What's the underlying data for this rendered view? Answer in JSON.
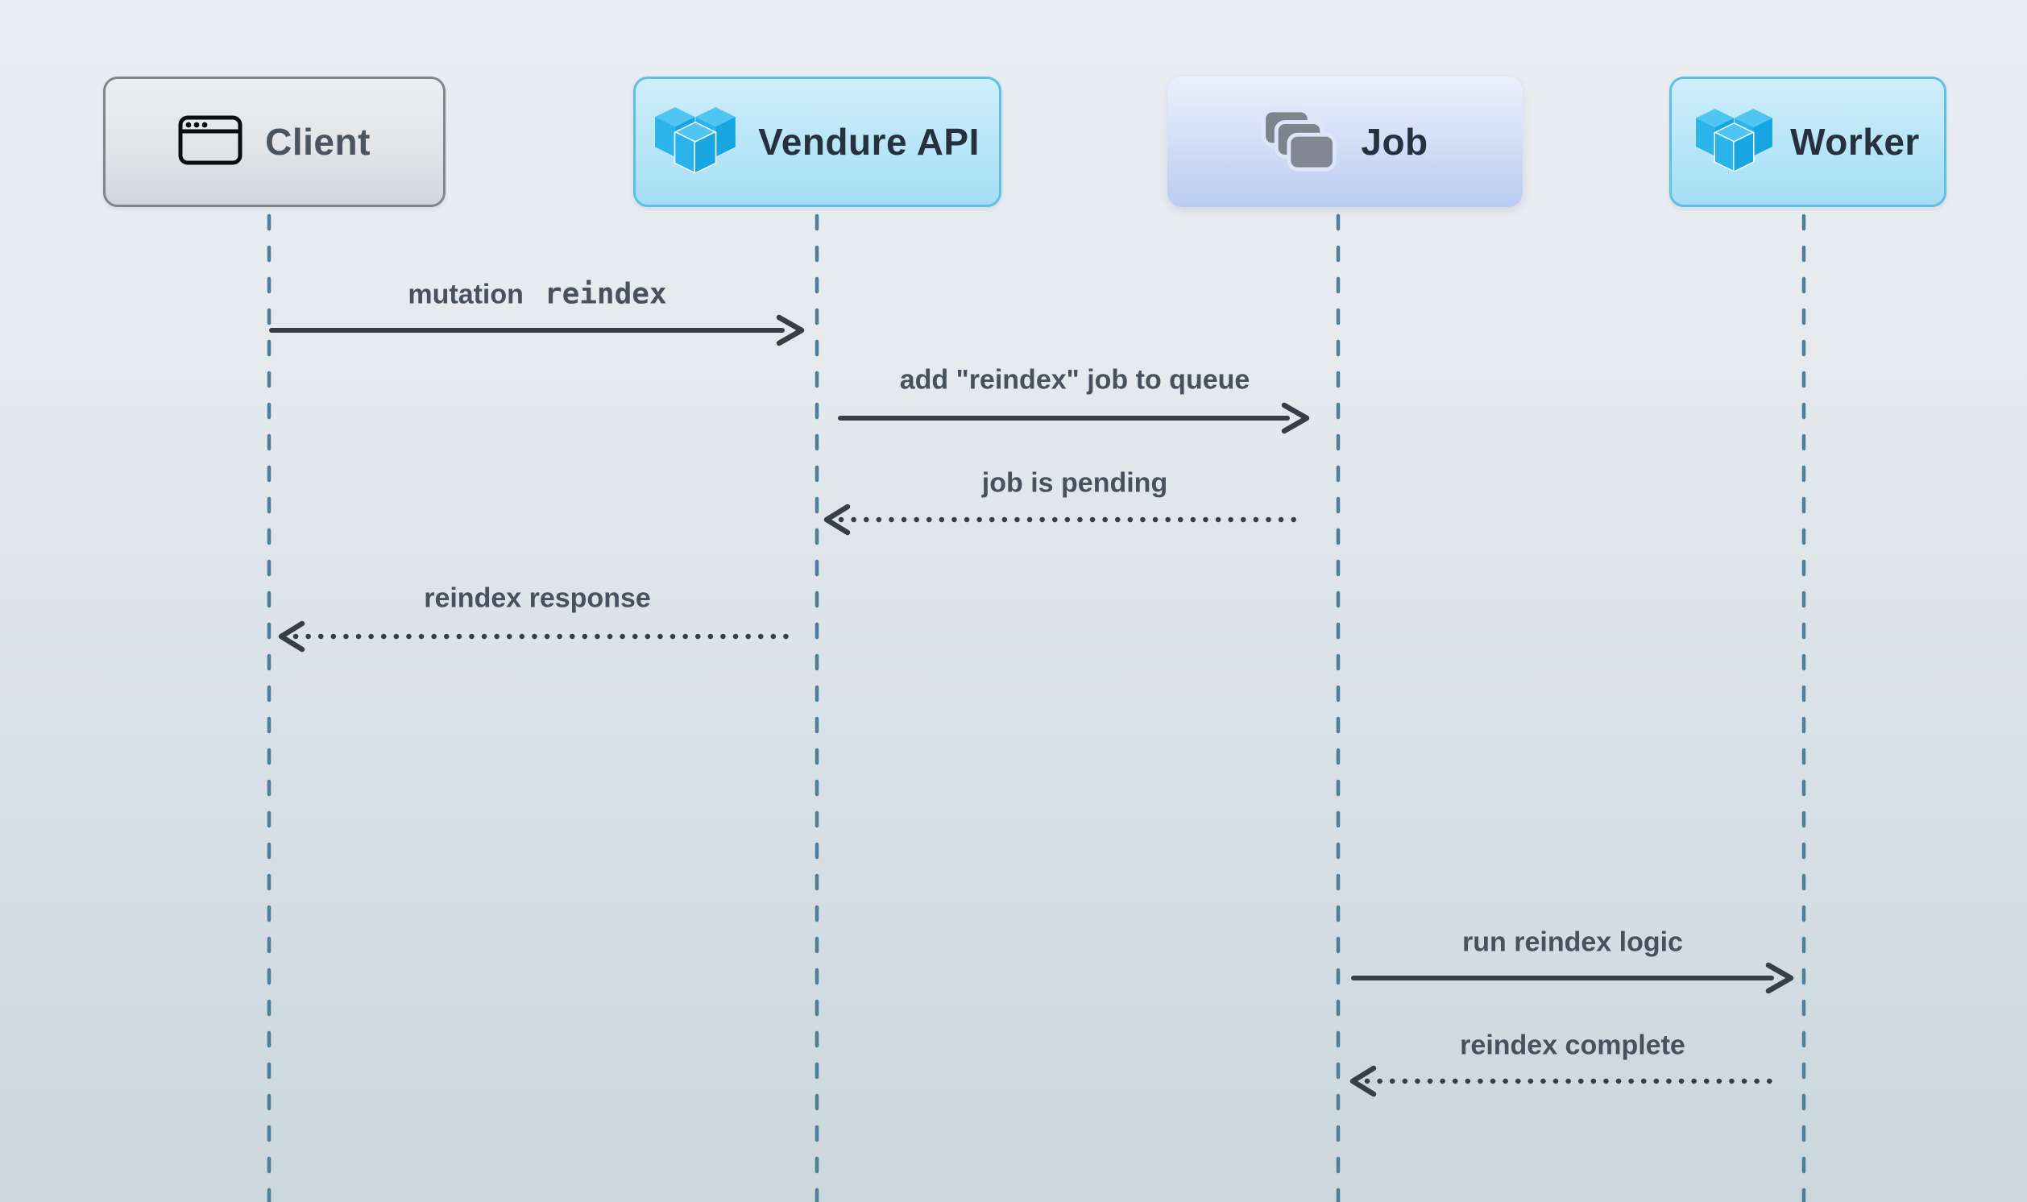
{
  "diagram": {
    "type": "sequence-diagram",
    "actors": [
      {
        "name": "Client",
        "icon": "browser-window-icon"
      },
      {
        "name": "Vendure API",
        "icon": "vendure-logo-icon"
      },
      {
        "name": "Job",
        "icon": "stacked-cards-icon"
      },
      {
        "name": "Worker",
        "icon": "vendure-logo-icon"
      }
    ],
    "messages": [
      {
        "from": "Client",
        "to": "Vendure API",
        "label_text": "mutation",
        "label_code": "reindex",
        "style": "solid",
        "direction": "right"
      },
      {
        "from": "Vendure API",
        "to": "Job",
        "label": "add \"reindex\" job to queue",
        "style": "solid",
        "direction": "right"
      },
      {
        "from": "Job",
        "to": "Vendure API",
        "label": "job is pending",
        "style": "dotted",
        "direction": "left"
      },
      {
        "from": "Vendure API",
        "to": "Client",
        "label": "reindex response",
        "style": "dotted",
        "direction": "left"
      },
      {
        "from": "Job",
        "to": "Worker",
        "label": "run reindex logic",
        "style": "solid",
        "direction": "right"
      },
      {
        "from": "Worker",
        "to": "Job",
        "label": "reindex complete",
        "style": "dotted",
        "direction": "left"
      }
    ],
    "colors": {
      "lifeline": "#4e7e98",
      "arrow": "#363e47",
      "message_text": "#47525e",
      "actor_title": "#27303f",
      "client_title": "#4a5561",
      "vendure_blue": "#29b3ea",
      "job_icon_gray": "#7d848e",
      "background_top": "#eaeef2",
      "background_bottom": "#cbd7dd"
    }
  }
}
